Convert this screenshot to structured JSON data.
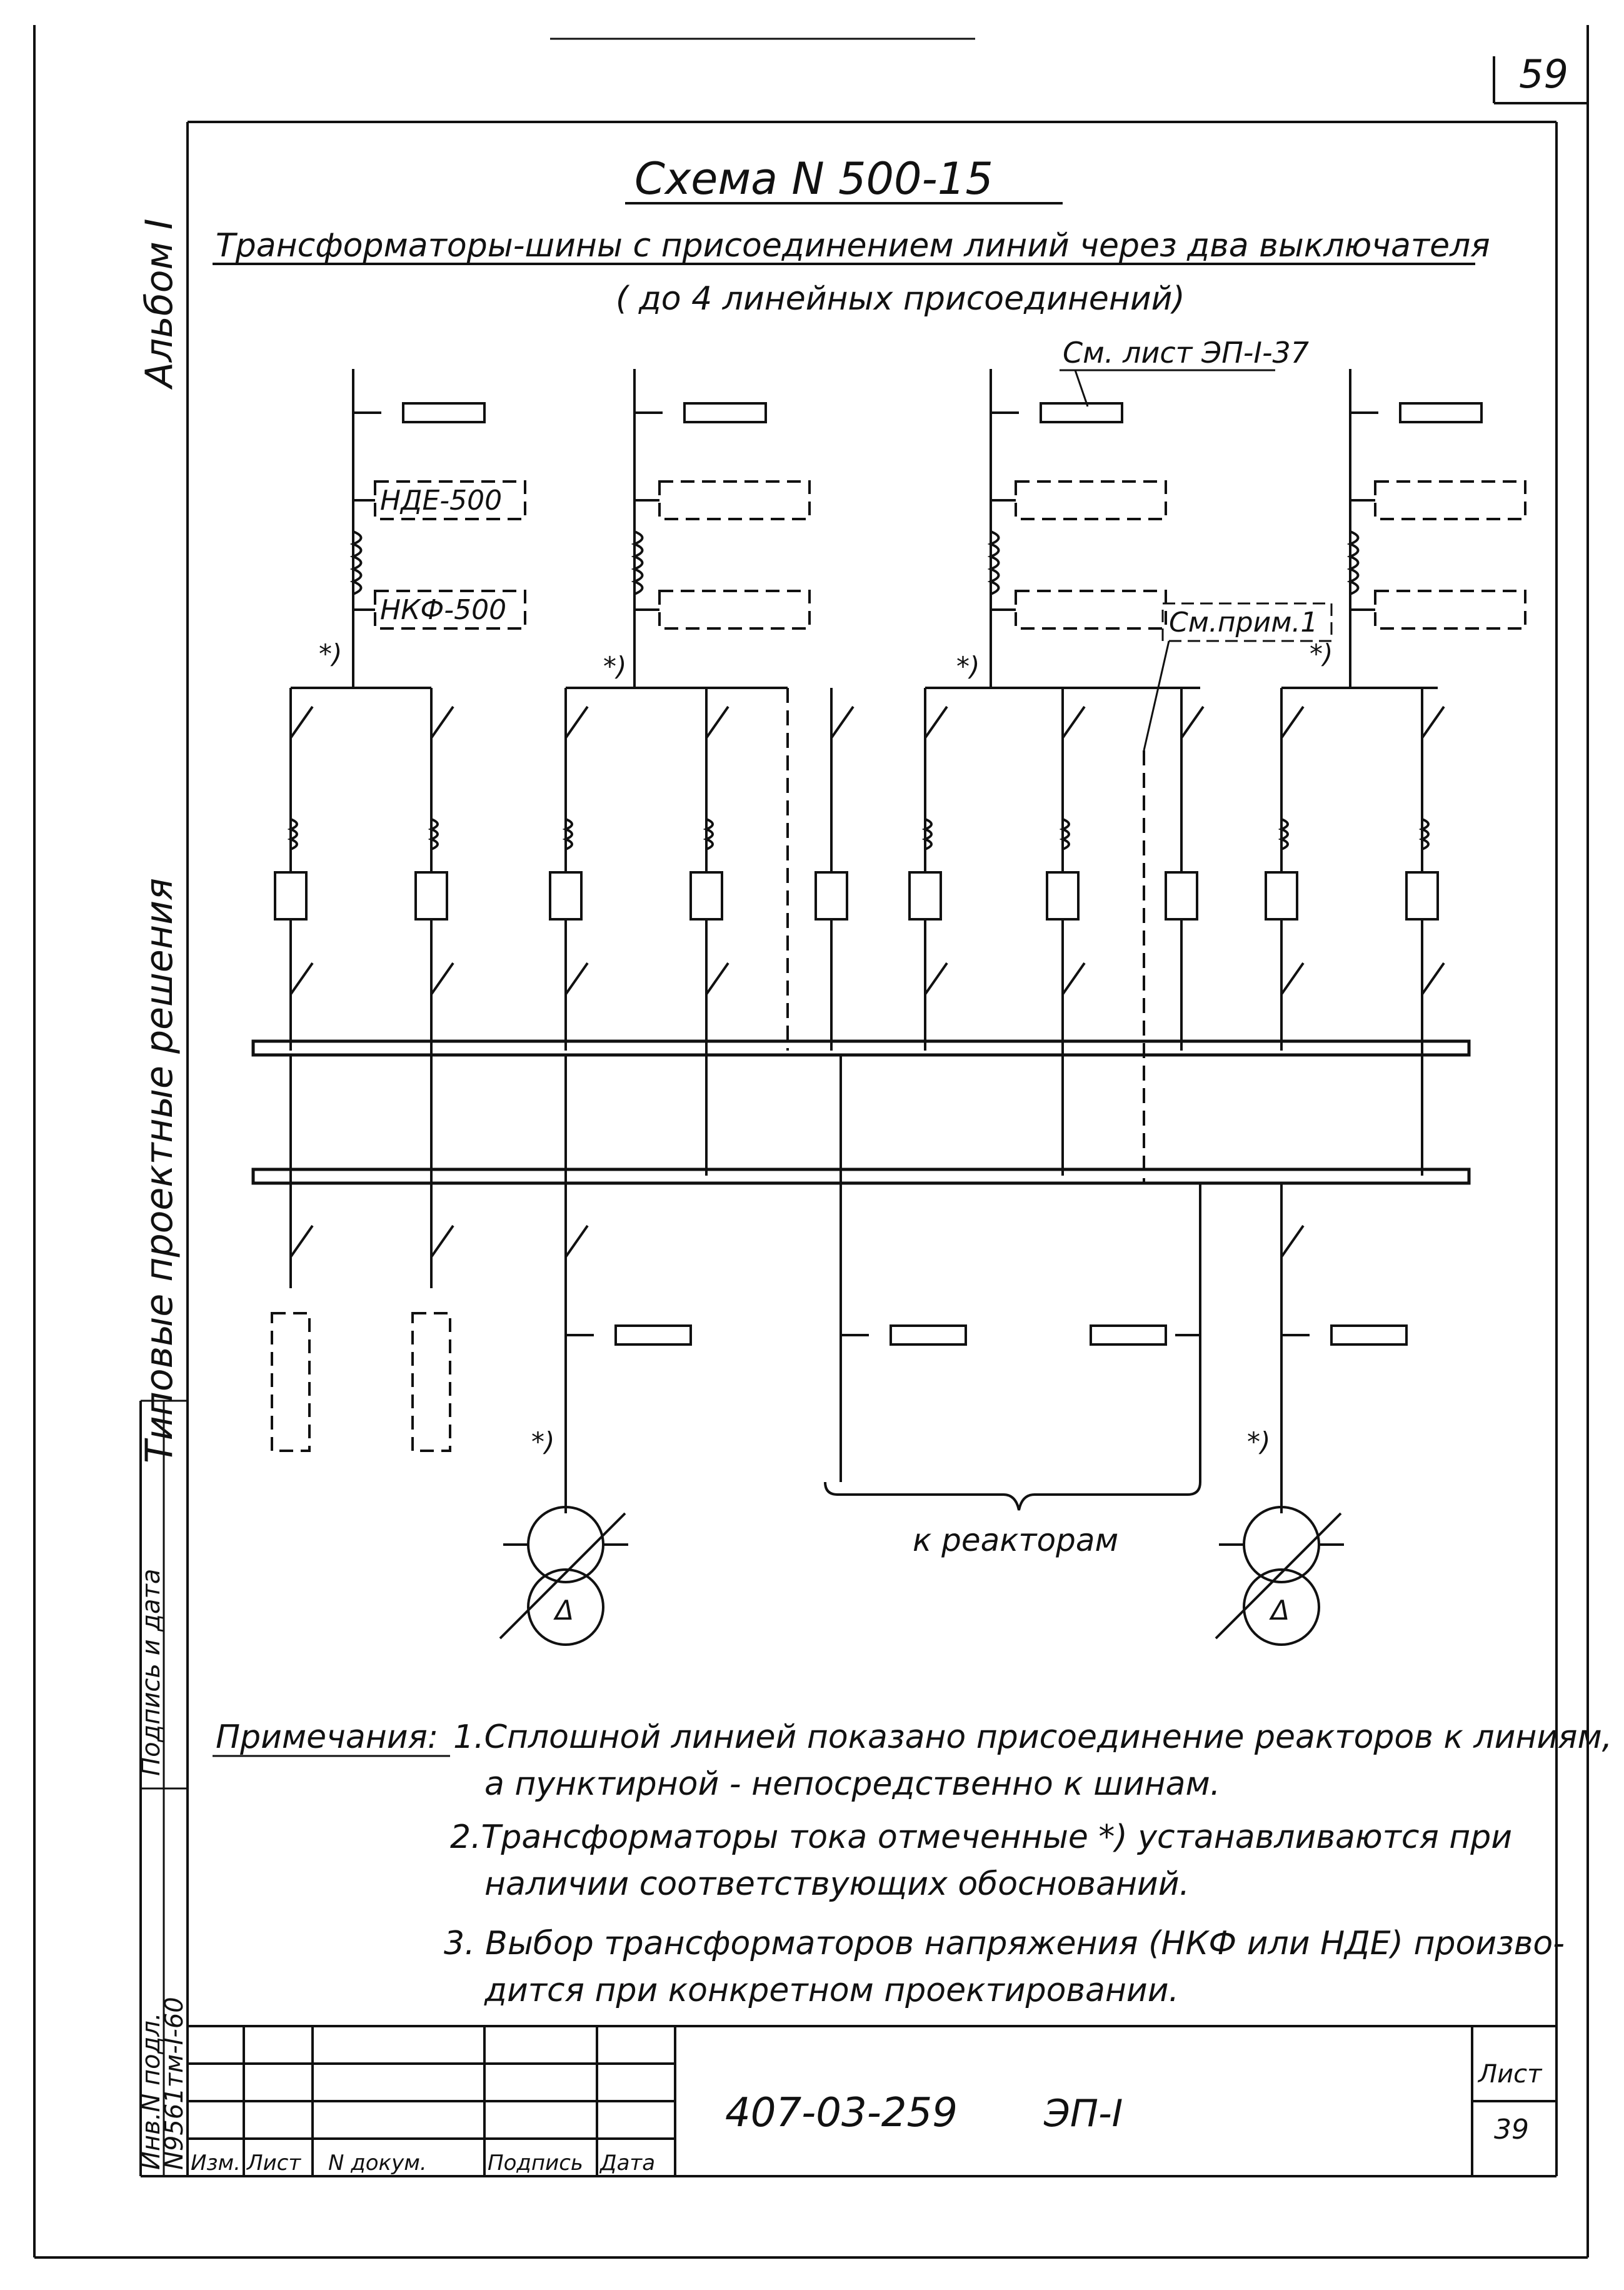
{
  "page_number": "59",
  "side_labels": {
    "album": "Альбом I",
    "series": "Типовые проектные решения"
  },
  "scheme": {
    "title": "Схема N 500-15",
    "subtitle": "Трансформаторы-шины с присоединением линий через два выключателя",
    "subtitle2": "( до 4 линейных присоединений)",
    "reference_sheet": "См. лист ЭП-I-37",
    "note_ref": "См.прим.1",
    "vt_label_nde": "НДЕ-500",
    "vt_label_nkf": "НКФ-500",
    "ct_mark": "*)",
    "reactor_label": "к реакторам"
  },
  "notes": {
    "heading": "Примечания:",
    "n1a": "1.Сплошной линией показано присоединение реакторов к линиям,",
    "n1b": "а пунктирной - непосредственно к шинам.",
    "n2a": "2.Трансформаторы тока отмеченные *) устанавливаются при",
    "n2b": "наличии соответствующих обоснований.",
    "n3a": "3. Выбор трансформаторов напряжения (НКФ или НДЕ) произво-",
    "n3b": "дится при конкретном проектировании."
  },
  "title_block": {
    "doc_code": "407-03-259",
    "sheet_code": "ЭП-I",
    "sheet_header": "Лист",
    "sheet_no": "39",
    "col_izm": "Изм.",
    "col_list": "Лист",
    "col_ndoc": "N докум.",
    "col_sign": "Подпись",
    "col_date": "Дата"
  },
  "side_stamp": {
    "inv_label": "Инв.N подл.",
    "inv_value": "N9561тм-I-60",
    "sign_label": "Подпись и дата"
  }
}
